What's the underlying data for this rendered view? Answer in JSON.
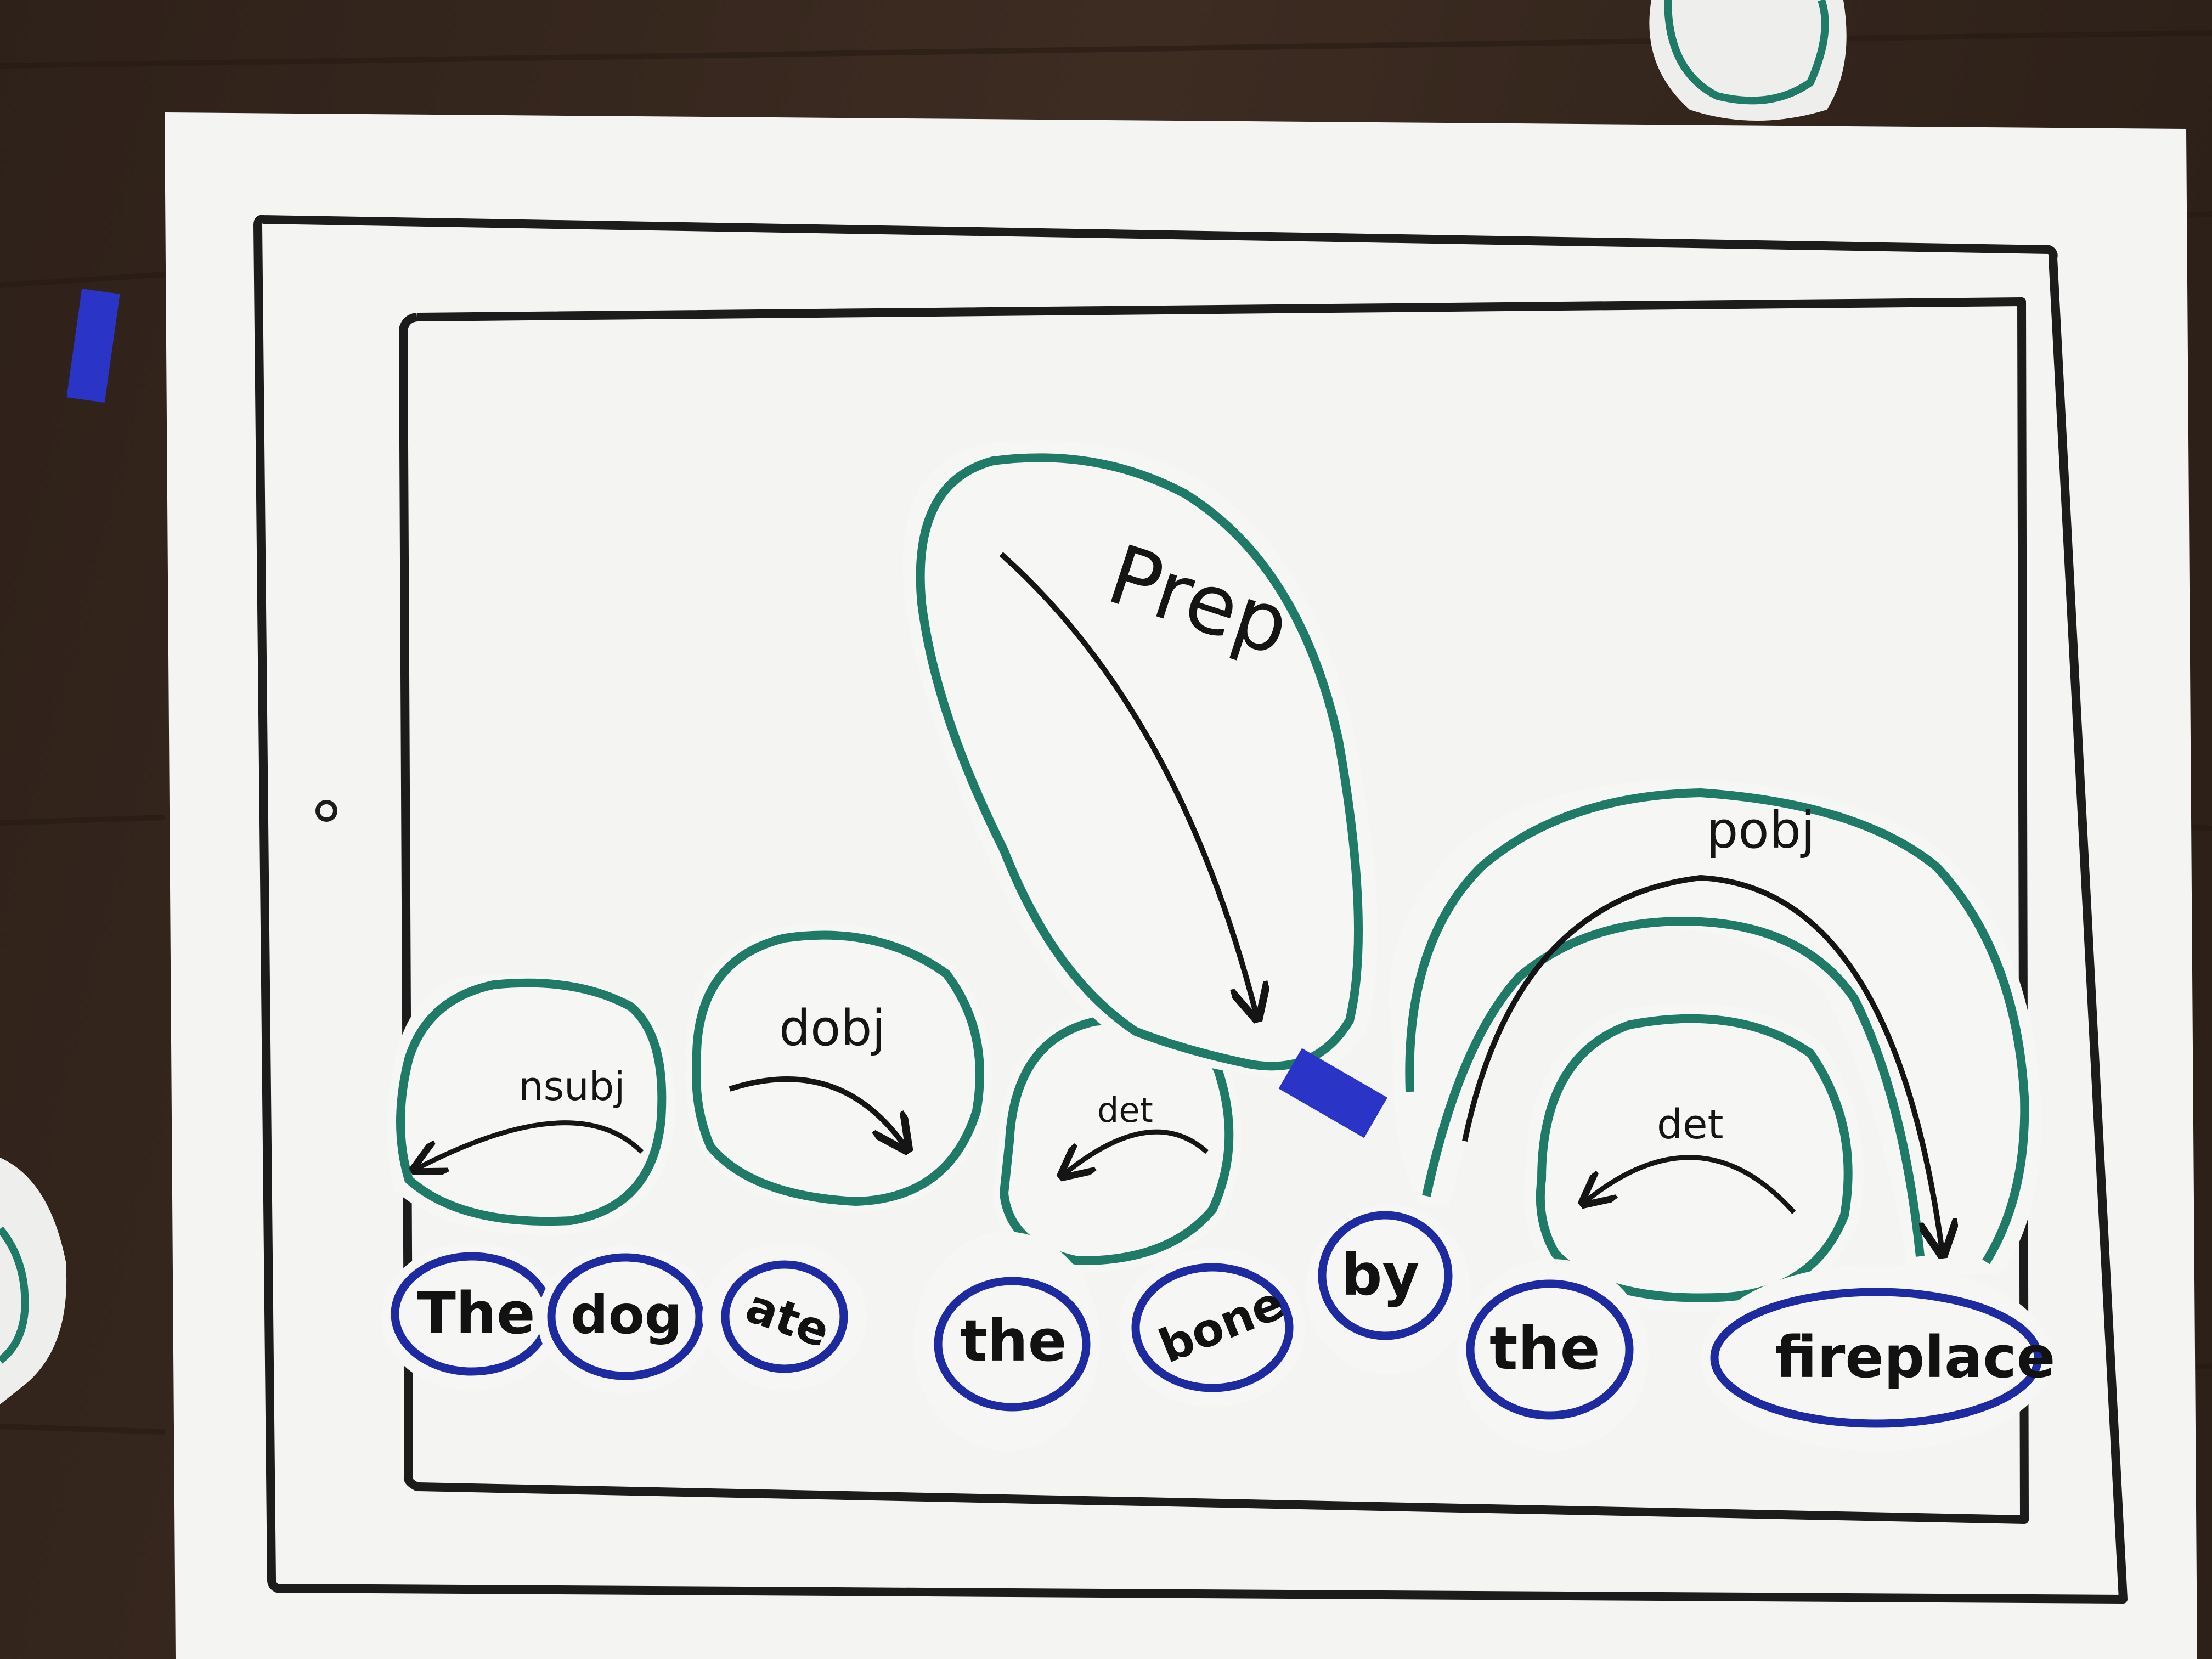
{
  "colors": {
    "table": "#3a2a20",
    "paper": "#f4f4f2",
    "frame_ink": "#1c1c1c",
    "arc_ring": "#1f7a68",
    "word_ring": "#1e2aa0",
    "tape": "#2a35c8"
  },
  "arc_labels": {
    "nsubj": "nsubj",
    "dobj": "dobj",
    "det1": "det",
    "prep": "Prep",
    "pobj": "pobj",
    "det2": "det"
  },
  "words": {
    "w1": "The",
    "w2": "dog",
    "w3": "ate",
    "w4": "the",
    "w5": "bone",
    "w6": "by",
    "w7": "the",
    "w8": "fireplace"
  }
}
